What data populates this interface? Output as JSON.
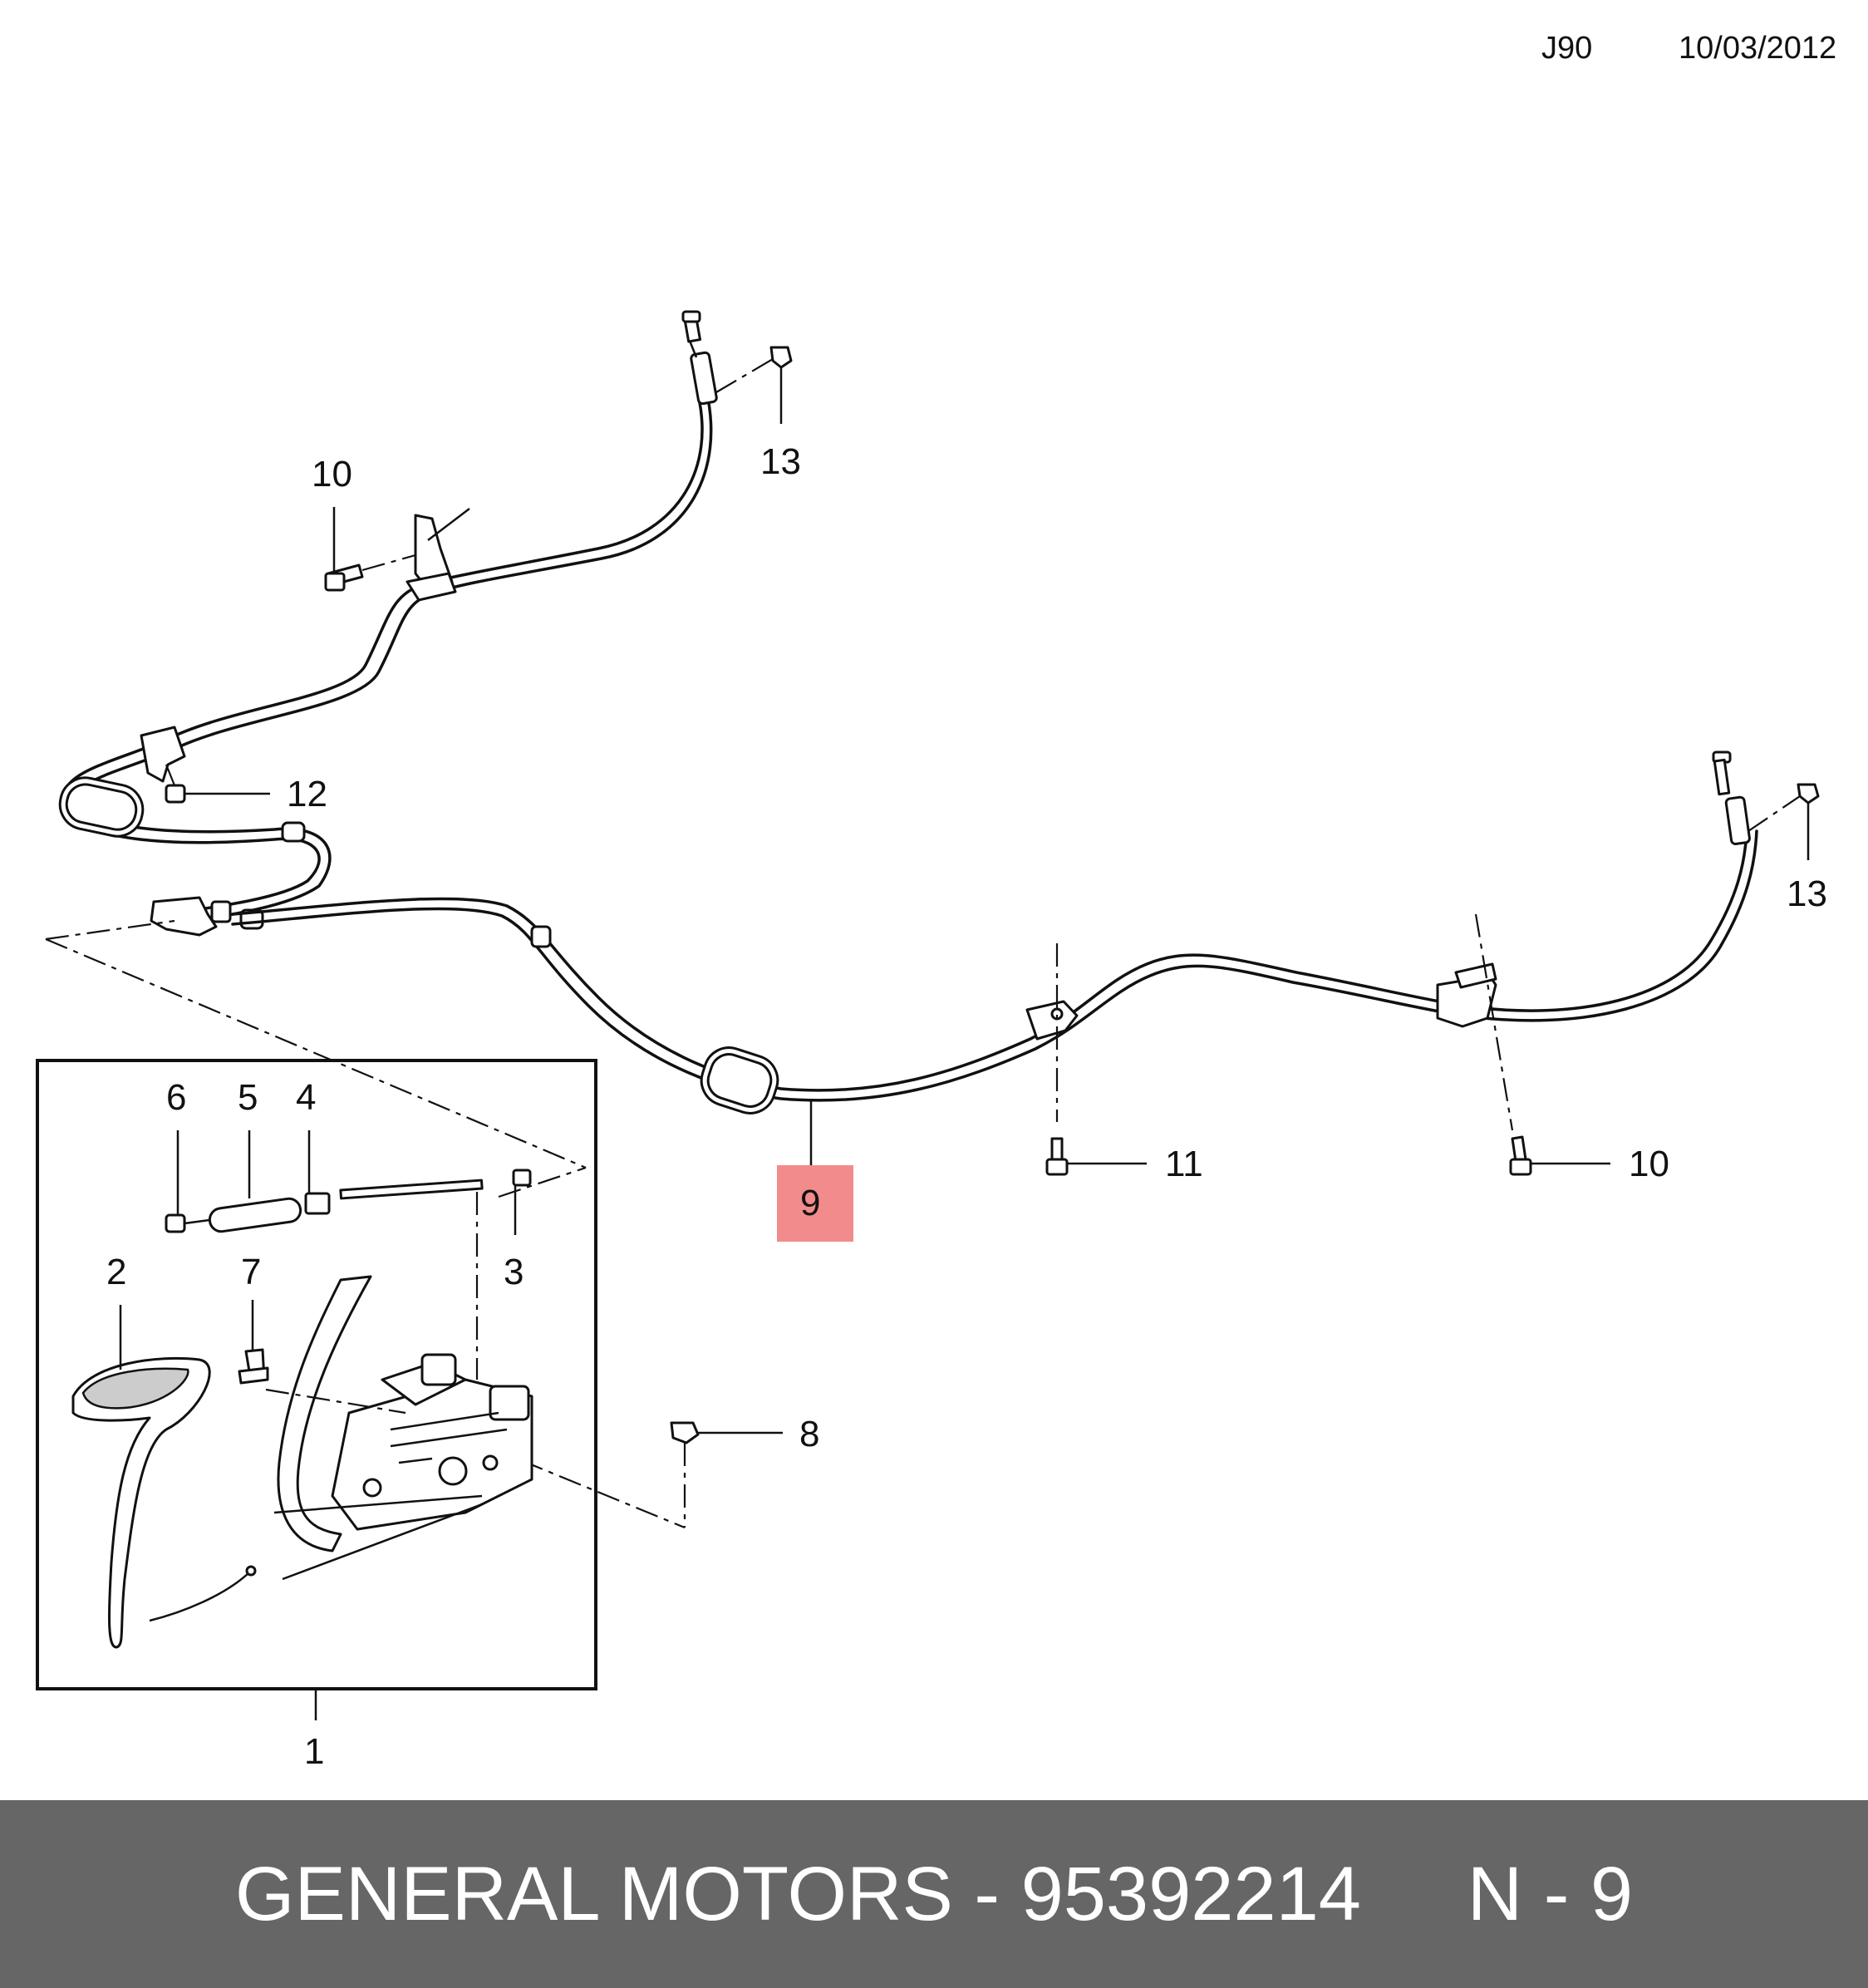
{
  "header": {
    "code": "J90",
    "date": "10/03/2012"
  },
  "callouts": {
    "c1": "1",
    "c2": "2",
    "c3": "3",
    "c4": "4",
    "c5": "5",
    "c6": "6",
    "c7": "7",
    "c8": "8",
    "c9": "9",
    "c10a": "10",
    "c10b": "10",
    "c11": "11",
    "c12": "12",
    "c13a": "13",
    "c13b": "13"
  },
  "highlight": {
    "part": "9",
    "color": "#f28b8b"
  },
  "footer": {
    "brand": "GENERAL MOTORS",
    "separator": " - ",
    "part_number": "95392214",
    "ref": "N - 9"
  },
  "colors": {
    "footer_bg": "#666666",
    "footer_text": "#ffffff",
    "line": "#111111"
  }
}
